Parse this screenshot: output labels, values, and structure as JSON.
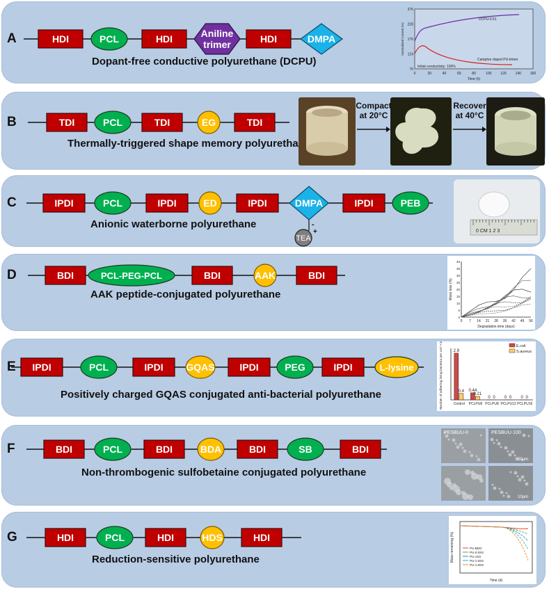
{
  "panels": [
    {
      "letter": "A",
      "caption": "Dopant-free conductive polyurethane (DCPU)",
      "chain": [
        {
          "label": "HDI",
          "shape": "rect",
          "color": "#c00000"
        },
        {
          "label": "PCL",
          "shape": "ellipse",
          "color": "#00b050"
        },
        {
          "label": "HDI",
          "shape": "rect",
          "color": "#c00000"
        },
        {
          "label": "Aniline trimer",
          "shape": "hexagon",
          "color": "#7030a0"
        },
        {
          "label": "HDI",
          "shape": "rect",
          "color": "#c00000"
        },
        {
          "label": "DMPA",
          "shape": "diamond",
          "color": "#1ab2e8"
        }
      ],
      "chart": {
        "ylabel": "Normalized Current (%)",
        "xlabel": "Time (h)",
        "xticks": [
          "0",
          "20",
          "40",
          "60",
          "80",
          "100",
          "120",
          "140",
          "160"
        ],
        "yticks": [
          "70",
          "124",
          "176",
          "228",
          "276"
        ],
        "label_dcpu": "DCPU-0.51",
        "label_doped": "Camphor doped PU-trimer",
        "label_initial": "Initial conductivity: 100%"
      }
    },
    {
      "letter": "B",
      "caption": "Thermally-triggered shape memory polyurethane",
      "chain": [
        {
          "label": "TDI",
          "shape": "rect",
          "color": "#c00000"
        },
        {
          "label": "PCL",
          "shape": "ellipse",
          "color": "#00b050"
        },
        {
          "label": "TDI",
          "shape": "rect",
          "color": "#c00000"
        },
        {
          "label": "EG",
          "shape": "circle",
          "color": "#ffc000"
        },
        {
          "label": "TDI",
          "shape": "rect",
          "color": "#c00000"
        }
      ],
      "arrow1": "Compact at 20°C",
      "arrow2": "Recover at 40°C"
    },
    {
      "letter": "C",
      "caption": "Anionic waterborne polyurethane",
      "chain": [
        {
          "label": "IPDI",
          "shape": "rect",
          "color": "#c00000"
        },
        {
          "label": "PCL",
          "shape": "ellipse",
          "color": "#00b050"
        },
        {
          "label": "IPDI",
          "shape": "rect",
          "color": "#c00000"
        },
        {
          "label": "ED",
          "shape": "circle",
          "color": "#ffc000"
        },
        {
          "label": "IPDI",
          "shape": "rect",
          "color": "#c00000"
        },
        {
          "label": "DMPA",
          "shape": "diamond",
          "color": "#1ab2e8"
        },
        {
          "label": "IPDI",
          "shape": "rect",
          "color": "#c00000"
        },
        {
          "label": "PEB",
          "shape": "ellipse",
          "color": "#00b050"
        }
      ],
      "tea": "TEA",
      "minus": "-",
      "plus": "+",
      "ruler": "0 CM 1   2   3"
    },
    {
      "letter": "D",
      "caption": "AAK peptide-conjugated polyurethane",
      "chain": [
        {
          "label": "BDI",
          "shape": "rect",
          "color": "#c00000"
        },
        {
          "label": "PCL-PEG-PCL",
          "shape": "ellipse",
          "color": "#00b050"
        },
        {
          "label": "BDI",
          "shape": "rect",
          "color": "#c00000"
        },
        {
          "label": "AAK",
          "shape": "circle",
          "color": "#ffc000"
        },
        {
          "label": "BDI",
          "shape": "rect",
          "color": "#c00000"
        }
      ],
      "chart": {
        "ylabel": "Mass loss (%)",
        "xlabel": "Degradation time (days)",
        "xticks": [
          "0",
          "7",
          "14",
          "21",
          "28",
          "35",
          "42",
          "49",
          "56"
        ],
        "yticks": [
          "0",
          "5",
          "10",
          "15",
          "20",
          "25",
          "30",
          "35",
          "40"
        ]
      }
    },
    {
      "letter": "E",
      "caption": "Positively charged GQAS conjugated anti-bacterial  polyurethane",
      "chain": [
        {
          "label": "IPDI",
          "shape": "rect",
          "color": "#c00000"
        },
        {
          "label": "PCL",
          "shape": "ellipse",
          "color": "#00b050"
        },
        {
          "label": "IPDI",
          "shape": "rect",
          "color": "#c00000"
        },
        {
          "label": "GQAS",
          "shape": "circle",
          "color": "#ffc000"
        },
        {
          "label": "IPDI",
          "shape": "rect",
          "color": "#c00000"
        },
        {
          "label": "PEG",
          "shape": "ellipse",
          "color": "#00b050"
        },
        {
          "label": "IPDI",
          "shape": "rect",
          "color": "#c00000"
        },
        {
          "label": "L-lysine",
          "shape": "ellipse",
          "color": "#ffc000"
        }
      ],
      "chart_data": {
        "type": "bar",
        "categories": [
          "Control",
          "PCLPU8",
          "PCLPU8",
          "PCLPU12",
          "PCLPU16"
        ],
        "series": [
          {
            "name": "E.coli",
            "values": [
              2.9,
              0.44,
              0,
              0,
              0
            ],
            "color": "#ffffff"
          },
          {
            "name": "S.aureus",
            "values": [
              0.4,
              0.21,
              0,
              0,
              0
            ],
            "color": "#f2d36b"
          }
        ],
        "bar_labels": [
          "2.9",
          "0.4",
          "0.44",
          "0.21",
          "0",
          "0",
          "0",
          "0",
          "0",
          "0"
        ],
        "ylabel": "Number of adhering living bacteria per cm² ×10⁶",
        "ylim": [
          0,
          3.2
        ],
        "legend": "top-right"
      }
    },
    {
      "letter": "F",
      "caption": "Non-thrombogenic sulfobetaine conjugated polyurethane",
      "chain": [
        {
          "label": "BDI",
          "shape": "rect",
          "color": "#c00000"
        },
        {
          "label": "PCL",
          "shape": "ellipse",
          "color": "#00b050"
        },
        {
          "label": "BDI",
          "shape": "rect",
          "color": "#c00000"
        },
        {
          "label": "BDA",
          "shape": "circle",
          "color": "#ffc000"
        },
        {
          "label": "BDI",
          "shape": "rect",
          "color": "#c00000"
        },
        {
          "label": "SB",
          "shape": "ellipse",
          "color": "#00b050"
        },
        {
          "label": "BDI",
          "shape": "rect",
          "color": "#c00000"
        }
      ],
      "sem": {
        "title0": "PESBUU-0",
        "title1": "PESBUU-100",
        "scale1": "50μm",
        "scale2": "10μm"
      }
    },
    {
      "letter": "G",
      "caption": "Reduction-sensitive polyurethane",
      "chain": [
        {
          "label": "HDI",
          "shape": "rect",
          "color": "#c00000"
        },
        {
          "label": "PCL",
          "shape": "ellipse",
          "color": "#00b050"
        },
        {
          "label": "HDI",
          "shape": "rect",
          "color": "#c00000"
        },
        {
          "label": "HDS",
          "shape": "circle",
          "color": "#ffc000"
        },
        {
          "label": "HDI",
          "shape": "rect",
          "color": "#c00000"
        }
      ],
      "chart": {
        "ylabel": "Mass remaining (%)",
        "xlabel": "Time (d)",
        "legend": [
          "PU-BDO",
          "PU-0.5SS",
          "PU-1SS",
          "PU-1.5SS",
          "PU-1.8SS"
        ],
        "legend_colors": [
          "#e0402a",
          "#3cb043",
          "#2f7fd0",
          "#20b8c0",
          "#f08a20"
        ]
      }
    }
  ]
}
